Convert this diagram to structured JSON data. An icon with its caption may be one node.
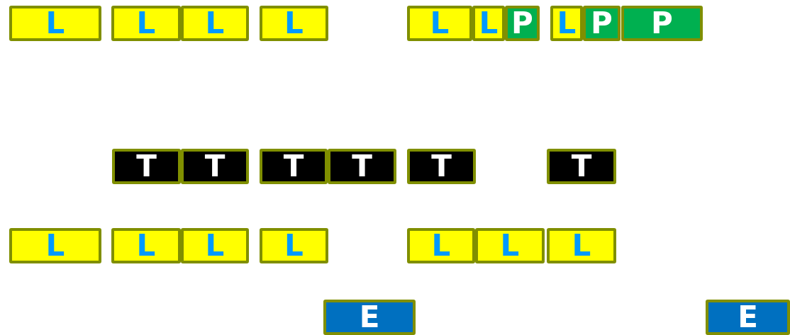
{
  "diagram": {
    "nodes": [
      {
        "text": [
          "L"
        ]
      },
      {
        "text": [
          "L"
        ]
      },
      {
        "text": [
          "L"
        ]
      },
      {
        "text": [
          "L"
        ]
      },
      {
        "text": [
          "L"
        ]
      },
      {
        "text": [
          "L"
        ]
      },
      {
        "text": [
          "P"
        ]
      },
      {
        "text": [
          "L"
        ]
      },
      {
        "text": [
          "P"
        ]
      },
      {
        "text": [
          "P"
        ]
      },
      {
        "text": [
          "T"
        ]
      },
      {
        "text": [
          "T"
        ]
      },
      {
        "text": [
          "T"
        ]
      },
      {
        "text": [
          "T"
        ]
      },
      {
        "text": [
          "T"
        ]
      },
      {
        "text": [
          "T"
        ]
      },
      {
        "text": [
          "L"
        ]
      },
      {
        "text": [
          "L"
        ]
      },
      {
        "text": [
          "L"
        ]
      },
      {
        "text": [
          "L"
        ]
      },
      {
        "text": [
          "L"
        ]
      },
      {
        "text": [
          "L"
        ]
      },
      {
        "text": [
          "L"
        ]
      },
      {
        "text": [
          "E"
        ]
      },
      {
        "text": [
          "E"
        ]
      }
    ]
  }
}
